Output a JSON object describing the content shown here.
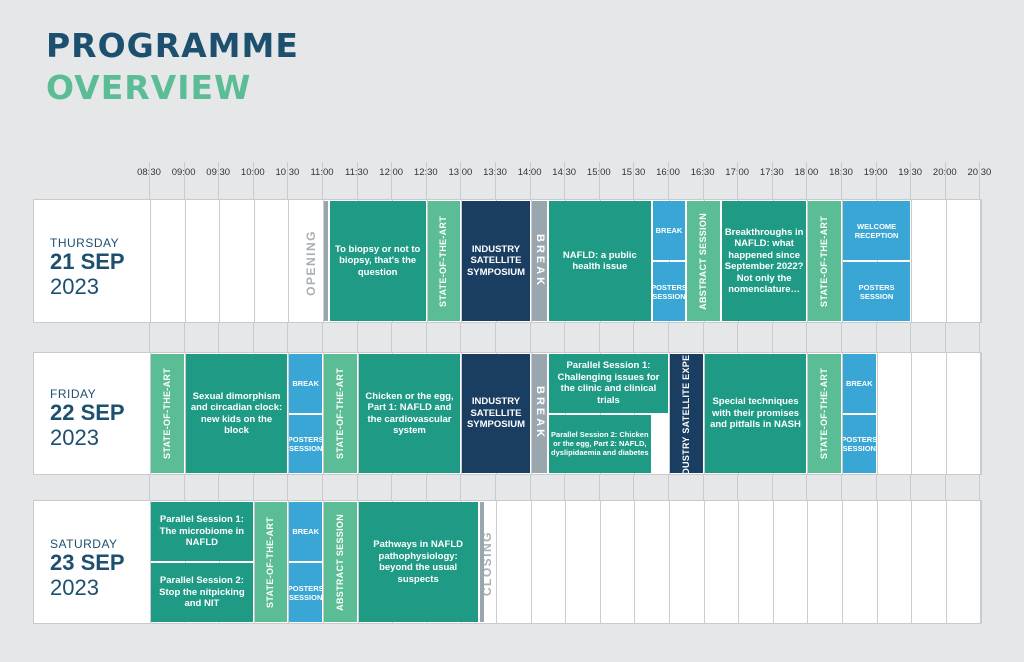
{
  "heading": {
    "line1": "PROGRAMME",
    "line2": "OVERVIEW"
  },
  "colors": {
    "title_blue": "#1d4f6f",
    "title_green": "#5bbd96",
    "session_teal": "#1f9b85",
    "state_green": "#5bbd96",
    "break_blue": "#3aa6d6",
    "industry_navy": "#1a3d62",
    "break_grey": "#9aa6ad",
    "marker_grey": "#a9b0b5"
  },
  "timeline": {
    "ticks": [
      "08:30",
      "09:00",
      "09:30",
      "10:00",
      "10:30",
      "11:00",
      "11:30",
      "12:00",
      "12:30",
      "13:00",
      "13:30",
      "14:00",
      "14:30",
      "15:00",
      "15:30",
      "16:00",
      "16:30",
      "17:00",
      "17:30",
      "18:00",
      "18:30",
      "19:00",
      "19:30",
      "20:00",
      "20:30"
    ]
  },
  "days": [
    {
      "weekday": "THURSDAY",
      "date": "21 SEP",
      "year": "2023",
      "markers": [
        {
          "text": "OPENING",
          "time": 10.75
        }
      ],
      "events": [
        {
          "start": 11.0,
          "end": 11.08,
          "type": "t5",
          "text": ""
        },
        {
          "start": 11.08,
          "end": 12.5,
          "type": "t1",
          "text": "To biopsy or not to biopsy, that's the question"
        },
        {
          "start": 12.5,
          "end": 13.0,
          "type": "t2",
          "vertical": true,
          "text": "STATE-OF-THE-ART"
        },
        {
          "start": 13.0,
          "end": 14.0,
          "type": "t4",
          "text": "INDUSTRY SATELLITE SYMPOSIUM"
        },
        {
          "start": 14.0,
          "end": 14.25,
          "type": "t5",
          "bigvert": true,
          "text": "BREAK"
        },
        {
          "start": 14.25,
          "end": 15.75,
          "type": "t1",
          "text": "NAFLD: a public health issue"
        },
        {
          "start": 15.75,
          "end": 16.25,
          "type": "t3",
          "small": true,
          "part": "top",
          "text": "BREAK"
        },
        {
          "start": 15.75,
          "end": 16.25,
          "type": "t3",
          "small": true,
          "part": "bottom",
          "text": "POSTERS SESSION"
        },
        {
          "start": 16.25,
          "end": 16.75,
          "type": "t2",
          "vertical": true,
          "text": "ABSTRACT SESSION"
        },
        {
          "start": 16.75,
          "end": 18.0,
          "type": "t1",
          "text": "Breakthroughs in NAFLD: what happened since September 2022? Not only the nomenclature…"
        },
        {
          "start": 18.0,
          "end": 18.5,
          "type": "t2",
          "vertical": true,
          "text": "STATE-OF-THE-ART"
        },
        {
          "start": 18.5,
          "end": 19.5,
          "type": "t3",
          "small": true,
          "part": "top",
          "text": "WELCOME RECEPTION"
        },
        {
          "start": 18.5,
          "end": 19.5,
          "type": "t3",
          "small": true,
          "part": "bottom",
          "text": "POSTERS SESSION"
        }
      ]
    },
    {
      "weekday": "FRIDAY",
      "date": "22 SEP",
      "year": "2023",
      "markers": [],
      "events": [
        {
          "start": 8.5,
          "end": 9.0,
          "type": "t2",
          "vertical": true,
          "text": "STATE-OF-THE-ART"
        },
        {
          "start": 9.0,
          "end": 10.5,
          "type": "t1",
          "text": "Sexual dimorphism and circadian clock: new kids on the block"
        },
        {
          "start": 10.5,
          "end": 11.0,
          "type": "t3",
          "small": true,
          "part": "top",
          "text": "BREAK"
        },
        {
          "start": 10.5,
          "end": 11.0,
          "type": "t3",
          "small": true,
          "part": "bottom",
          "text": "POSTERS SESSION"
        },
        {
          "start": 11.0,
          "end": 11.5,
          "type": "t2",
          "vertical": true,
          "text": "STATE-OF-THE-ART"
        },
        {
          "start": 11.5,
          "end": 13.0,
          "type": "t1",
          "text": "Chicken or the egg, Part 1: NAFLD and the cardiovascular system"
        },
        {
          "start": 13.0,
          "end": 14.0,
          "type": "t4",
          "text": "INDUSTRY SATELLITE SYMPOSIUM"
        },
        {
          "start": 14.0,
          "end": 14.25,
          "type": "t5",
          "bigvert": true,
          "text": "BREAK"
        },
        {
          "start": 14.25,
          "end": 16.0,
          "type": "t1",
          "part": "top",
          "text": "Parallel Session 1: Challenging issues for the clinic and clinical trials"
        },
        {
          "start": 14.25,
          "end": 15.75,
          "type": "t1",
          "part": "bottom",
          "small": true,
          "text": "Parallel Session 2: Chicken or the egg, Part 2: NAFLD, dyslipidaemia and diabetes"
        },
        {
          "start": 16.0,
          "end": 16.5,
          "type": "t4",
          "vertical": true,
          "text": "INDUSTRY SATELLITE EXPERT"
        },
        {
          "start": 16.5,
          "end": 18.0,
          "type": "t1",
          "text": "Special techniques with their promises and pitfalls in NASH"
        },
        {
          "start": 18.0,
          "end": 18.5,
          "type": "t2",
          "vertical": true,
          "text": "STATE-OF-THE-ART"
        },
        {
          "start": 18.5,
          "end": 19.0,
          "type": "t3",
          "small": true,
          "part": "top",
          "text": "BREAK"
        },
        {
          "start": 18.5,
          "end": 19.0,
          "type": "t3",
          "small": true,
          "part": "bottom",
          "text": "POSTERS SESSION"
        }
      ]
    },
    {
      "weekday": "SATURDAY",
      "date": "23 SEP",
      "year": "2023",
      "markers": [
        {
          "text": "CLOSING",
          "time": 13.3
        }
      ],
      "events": [
        {
          "start": 8.5,
          "end": 10.0,
          "type": "t1",
          "part": "top",
          "text": "Parallel Session 1: The microbiome in NAFLD"
        },
        {
          "start": 8.5,
          "end": 10.0,
          "type": "t1",
          "part": "bottom",
          "text": "Parallel Session 2: Stop the nitpicking and NIT"
        },
        {
          "start": 10.0,
          "end": 10.5,
          "type": "t2",
          "vertical": true,
          "text": "STATE-OF-THE-ART"
        },
        {
          "start": 10.5,
          "end": 11.0,
          "type": "t3",
          "small": true,
          "part": "top",
          "text": "BREAK"
        },
        {
          "start": 10.5,
          "end": 11.0,
          "type": "t3",
          "small": true,
          "part": "bottom",
          "text": "POSTERS SESSION"
        },
        {
          "start": 11.0,
          "end": 11.5,
          "type": "t2",
          "vertical": true,
          "text": "ABSTRACT SESSION"
        },
        {
          "start": 11.5,
          "end": 13.25,
          "type": "t1",
          "text": "Pathways in NAFLD pathophysiology: beyond the usual suspects"
        },
        {
          "start": 13.25,
          "end": 13.33,
          "type": "t5",
          "text": ""
        }
      ]
    }
  ]
}
